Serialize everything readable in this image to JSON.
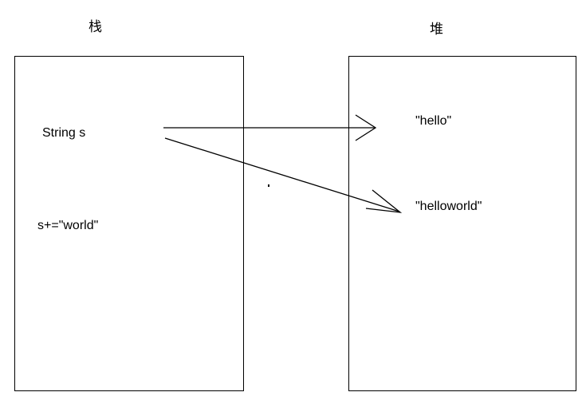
{
  "diagram": {
    "title_stack": "栈",
    "title_heap": "堆",
    "regions": [
      {
        "id": "stack",
        "label": "栈"
      },
      {
        "id": "heap",
        "label": "堆"
      }
    ],
    "stack_entries": [
      {
        "text": "String s"
      },
      {
        "text": "s+=\"world\""
      }
    ],
    "heap_entries": [
      {
        "text": "\"hello\""
      },
      {
        "text": "\"helloworld\""
      }
    ],
    "arrows": [
      {
        "name": "reference-to-hello",
        "from": "String s",
        "to": "\"hello\""
      },
      {
        "name": "reference-to-helloworld",
        "from": "s+=\"world\"",
        "to": "\"helloworld\""
      }
    ],
    "colors": {
      "stroke": "#000000",
      "text": "#000000",
      "background": "#ffffff"
    }
  }
}
